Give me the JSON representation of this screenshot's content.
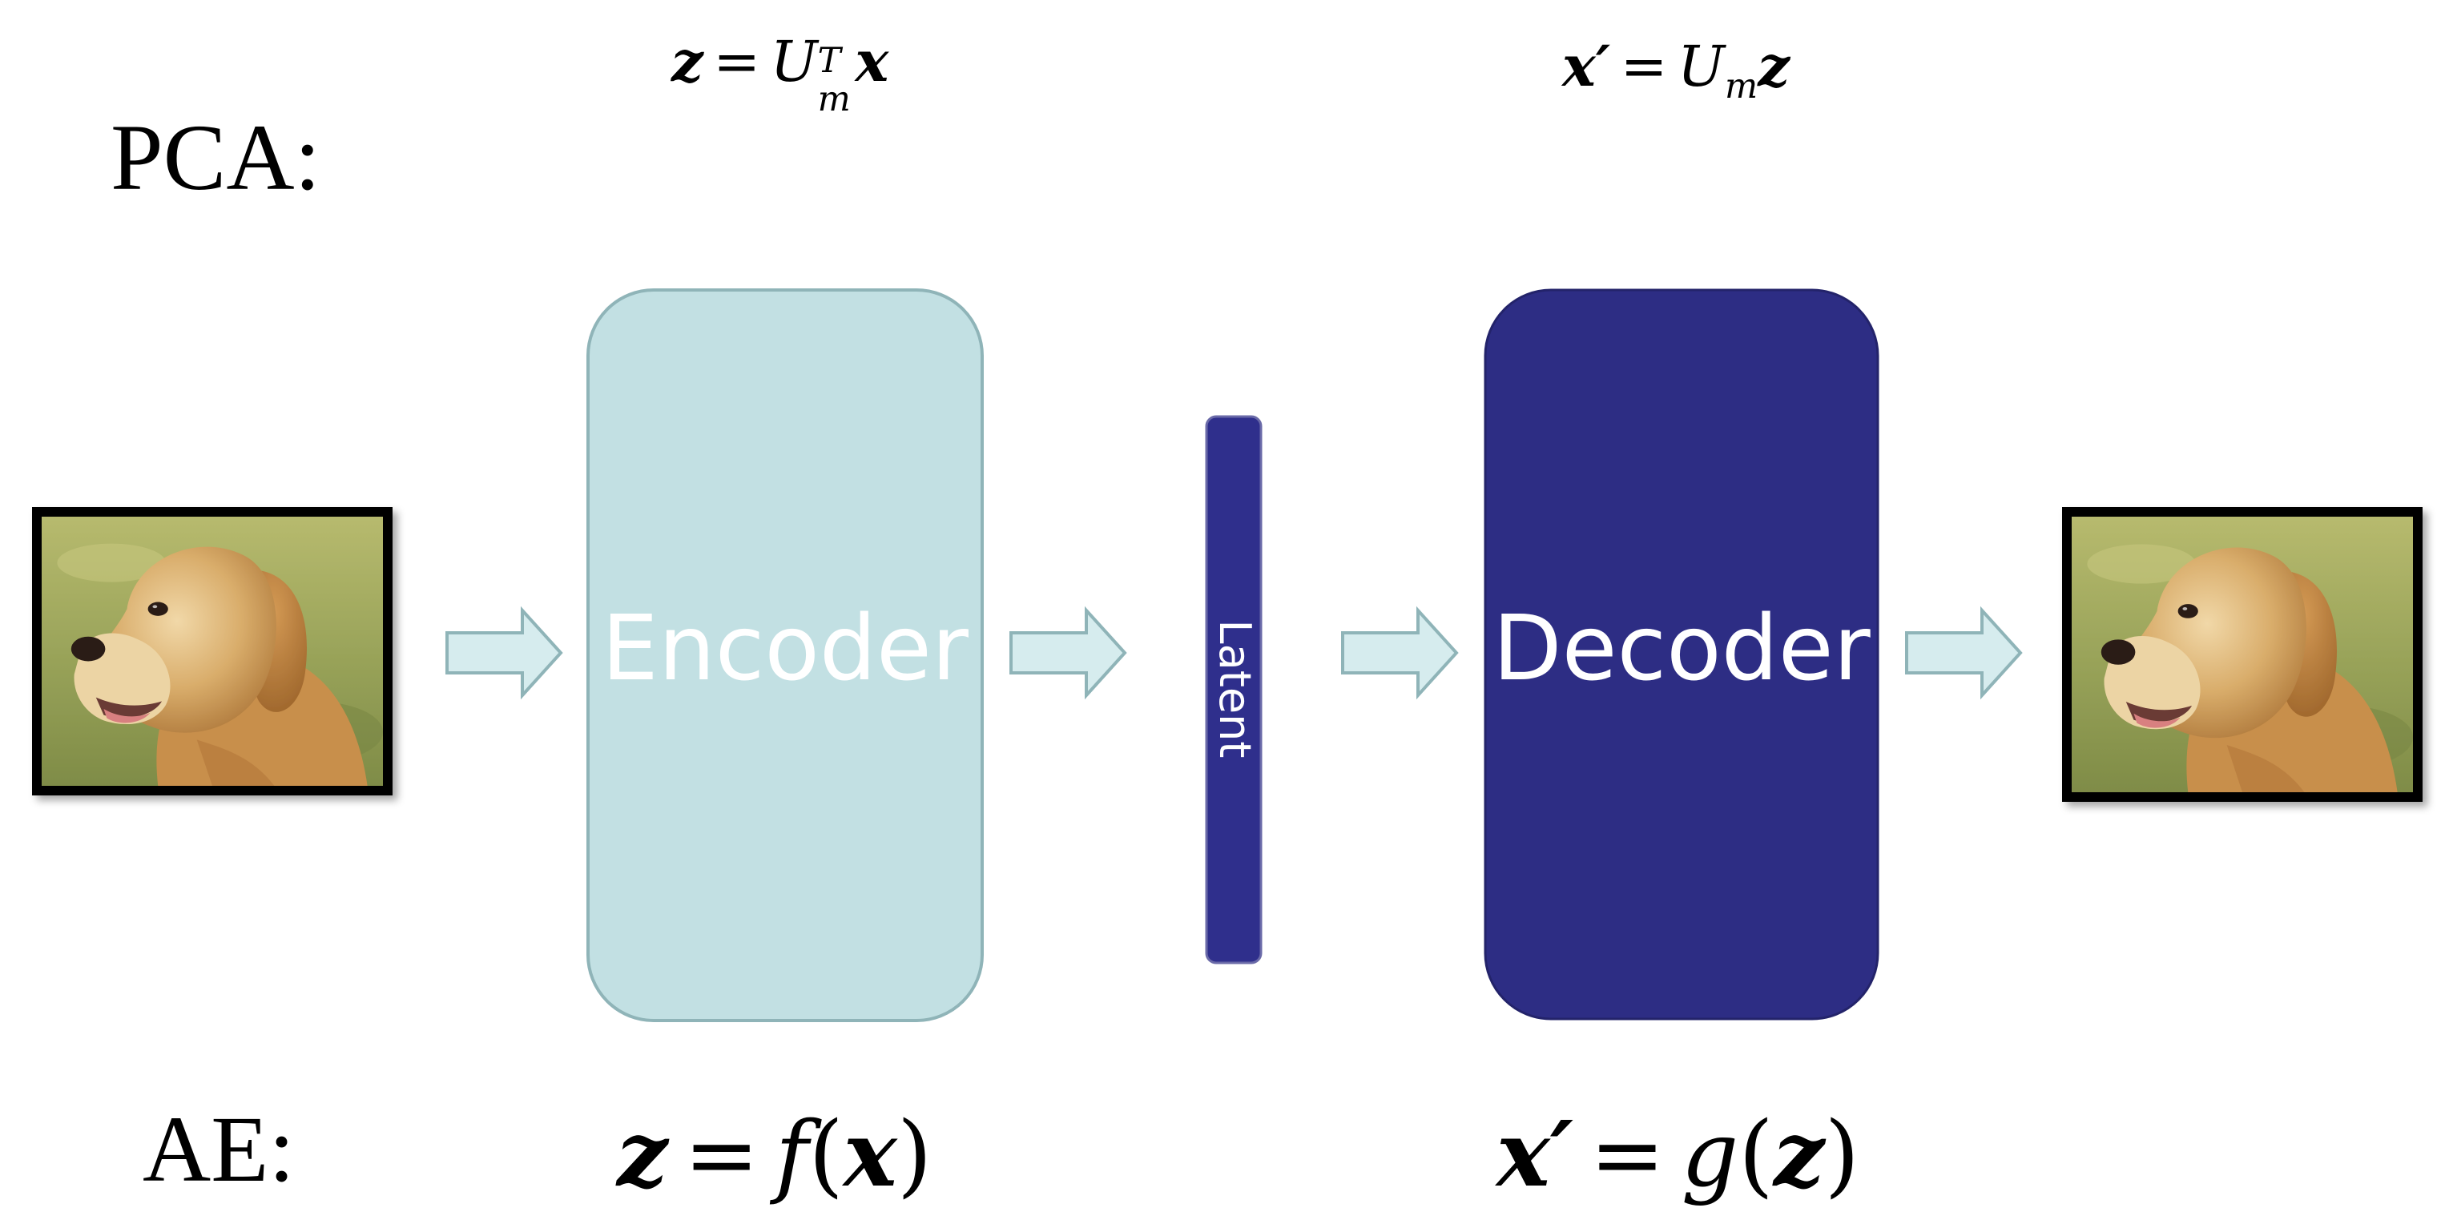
{
  "labels": {
    "pca": "PCA:",
    "ae": "AE:"
  },
  "equations": {
    "pca_encode": {
      "lhs": "z",
      "op": "=",
      "u": "U",
      "sup": "T",
      "sub": "m",
      "var": "x"
    },
    "pca_decode": {
      "lhs": "x′",
      "op": "=",
      "u": "U",
      "sub": "m",
      "var": "z"
    },
    "ae_encode": {
      "lhs": "z",
      "op": "=",
      "fn": "f",
      "open": "(",
      "arg": "x",
      "close": ")"
    },
    "ae_decode": {
      "lhs": "x′",
      "op": "=",
      "fn": "g",
      "open": "(",
      "arg": "z",
      "close": ")"
    }
  },
  "blocks": {
    "encoder": "Encoder",
    "latent": "Latent",
    "decoder": "Decoder"
  },
  "colors": {
    "encoder_fill": "#c2e0e3",
    "encoder_stroke": "#8fb4b8",
    "decoder_fill": "#2d2d84",
    "latent_fill": "#2f2f8c",
    "arrow_fill": "#d6ecee",
    "arrow_stroke": "#8fb4b8",
    "frame": "#111111"
  },
  "images": {
    "input": "dog-photo",
    "output": "dog-photo"
  }
}
